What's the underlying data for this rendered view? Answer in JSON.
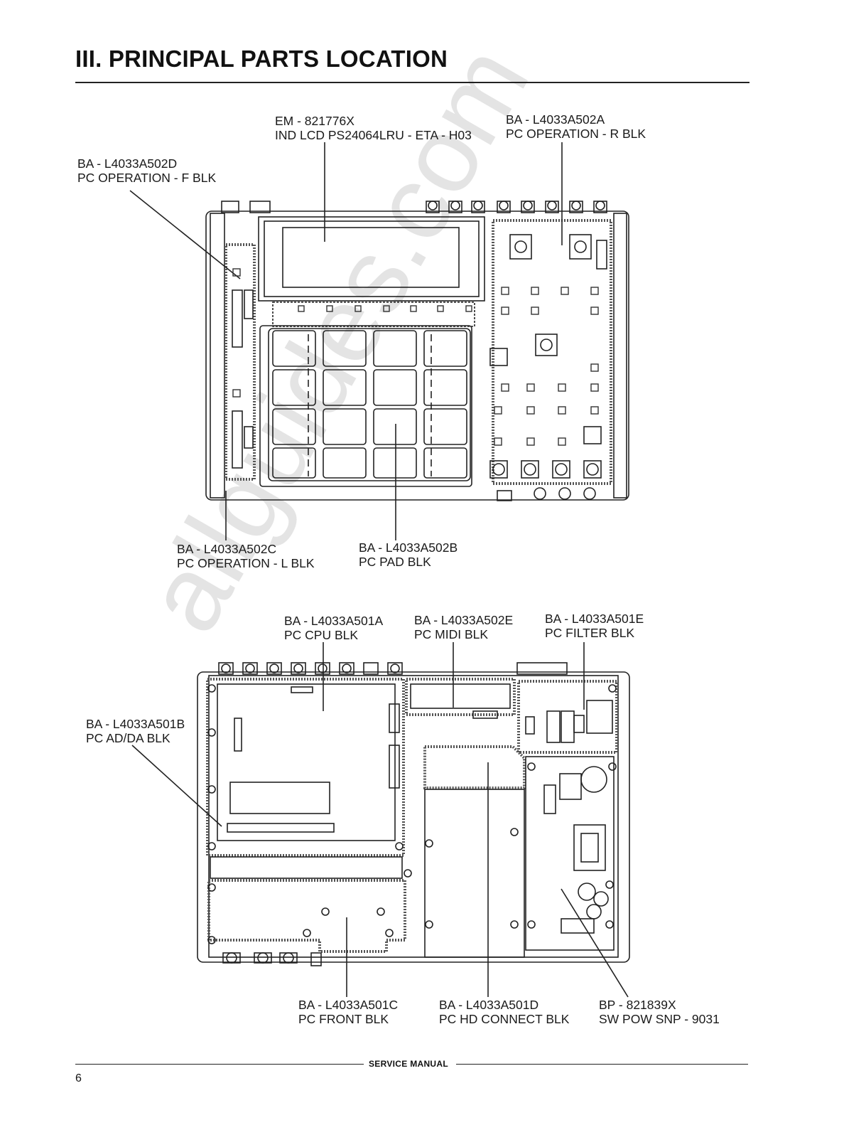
{
  "page": {
    "title": "III. PRINCIPAL PARTS LOCATION",
    "footer": "SERVICE MANUAL",
    "page_number": "6",
    "watermark": "allguides.com"
  },
  "top_view": {
    "labels": {
      "em_821776x": [
        "EM - 821776X",
        "IND LCD PS24064LRU - ETA - H03"
      ],
      "ba_502a": [
        "BA - L4033A502A",
        "PC OPERATION - R BLK"
      ],
      "ba_502d": [
        "BA - L4033A502D",
        "PC OPERATION - F BLK"
      ],
      "ba_502c": [
        "BA - L4033A502C",
        "PC OPERATION - L BLK"
      ],
      "ba_502b": [
        "BA - L4033A502B",
        "PC PAD BLK"
      ]
    }
  },
  "bottom_view": {
    "labels": {
      "ba_501a": [
        "BA - L4033A501A",
        "PC  CPU BLK"
      ],
      "ba_502e": [
        "BA - L4033A502E",
        "PC  MIDI  BLK"
      ],
      "ba_501e": [
        "BA - L4033A501E",
        "PC  FILTER  BLK"
      ],
      "ba_501b": [
        "BA - L4033A501B",
        "PC  AD/DA  BLK"
      ],
      "ba_501c": [
        "BA - L4033A501C",
        "PC  FRONT  BLK"
      ],
      "ba_501d": [
        "BA - L4033A501D",
        "PC  HD CONNECT  BLK"
      ],
      "bp_821839x": [
        "BP - 821839X",
        "SW POW SNP - 9031"
      ]
    }
  }
}
